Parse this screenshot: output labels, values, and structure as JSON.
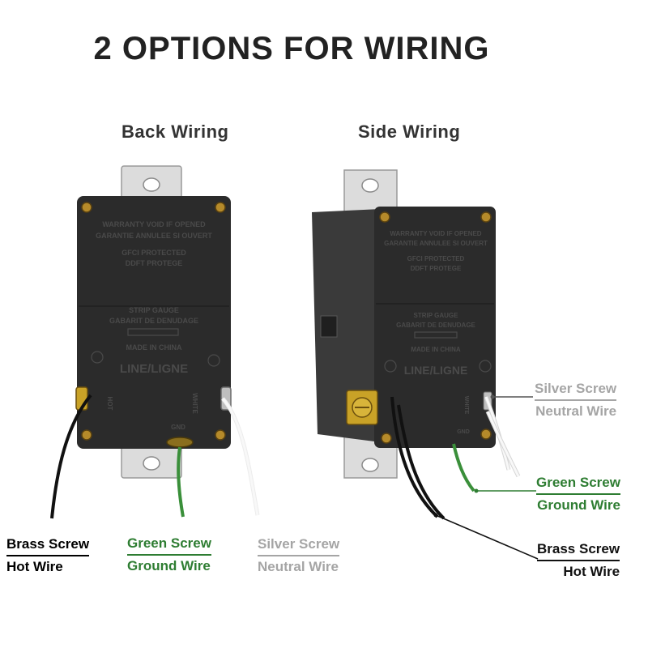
{
  "title": "2 OPTIONS FOR WIRING",
  "diagrams": [
    {
      "heading": "Back Wiring",
      "labels": [
        {
          "screw": "Brass Screw",
          "wire": "Hot Wire",
          "color": "#111111"
        },
        {
          "screw": "Green Screw",
          "wire": "Ground Wire",
          "color": "#2e7d32"
        },
        {
          "screw": "Silver Screw",
          "wire": "Neutral Wire",
          "color": "#a5a5a5"
        }
      ]
    },
    {
      "heading": "Side Wiring",
      "labels": [
        {
          "screw": "Silver Screw",
          "wire": "Neutral Wire",
          "color": "#a5a5a5"
        },
        {
          "screw": "Green Screw",
          "wire": "Ground Wire",
          "color": "#2e7d32"
        },
        {
          "screw": "Brass Screw",
          "wire": "Hot Wire",
          "color": "#111111"
        }
      ]
    }
  ],
  "device_markings": {
    "warranty": "WARRANTY VOID IF OPENED",
    "garantie": "GARANTIE ANNULEE SI OUVERT",
    "protected": "GFCI PROTECTED",
    "protege": "DDFT PROTEGE",
    "strip": "STRIP GAUGE",
    "gabarit": "GABARIT DE DENUDAGE",
    "made": "MADE IN CHINA",
    "line": "LINE/LIGNE",
    "hot": "HOT",
    "white": "WHITE",
    "gnd": "GND"
  },
  "colors": {
    "title": "#222222",
    "device_body": "#2b2b2b",
    "mounting_strap": "#d9d9d9",
    "hot_wire": "#111111",
    "neutral_wire": "#e8e8e8",
    "ground_wire": "#3a8f3a",
    "brass": "#c9a227"
  }
}
